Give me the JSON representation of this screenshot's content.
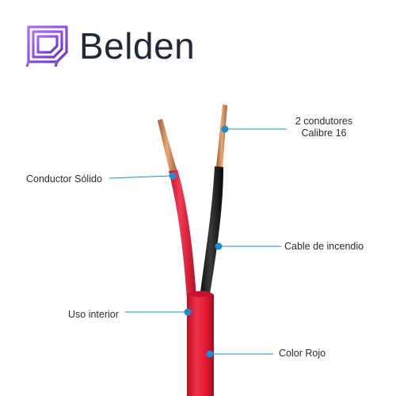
{
  "brand": {
    "name": "Belden"
  },
  "colors": {
    "accent": "#1a8fd0",
    "cable_red": "#e21e36",
    "logo_purple": "#8a4de0"
  },
  "icons": {
    "logo": "belden-logo-icon"
  },
  "callouts": {
    "conductor": "Conductor Sólido",
    "two_conductors_line1": "2 condutores",
    "two_conductors_line2": "Calibre 16",
    "fire_cable": "Cable de incendio",
    "indoor": "Uso interior",
    "color": "Color Rojo"
  }
}
